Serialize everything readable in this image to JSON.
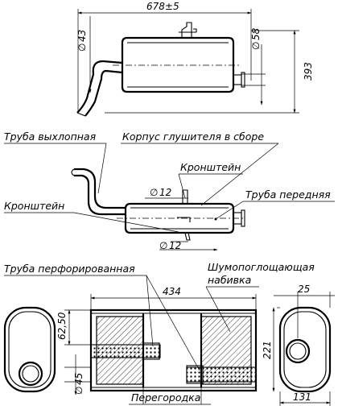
{
  "colors": {
    "ink": "#000000",
    "paper": "#ffffff"
  },
  "dims": {
    "length": "678±5",
    "height": "393",
    "d_inlet": "43",
    "d_outlet": "58",
    "bracket_1": "12",
    "bracket_2": "12",
    "body_length": "434",
    "offset_top": "62,50",
    "d_small": "45",
    "body_height": "221",
    "right_offset": "25",
    "width": "131"
  },
  "labels": {
    "exhaust_pipe": "Труба выхлопная",
    "muffler_body": "Корпус глушителя в сборе",
    "bracket_top": "Кронштейн",
    "front_pipe": "Труба передняя",
    "bracket_left": "Кронштейн",
    "perforated_pipe": "Труба перфорированная",
    "absorbing_line1": "Шумопоглощающая",
    "absorbing_line2": "набивка",
    "partition": "Перегородка"
  },
  "symbols": {
    "diameter": "∅"
  }
}
